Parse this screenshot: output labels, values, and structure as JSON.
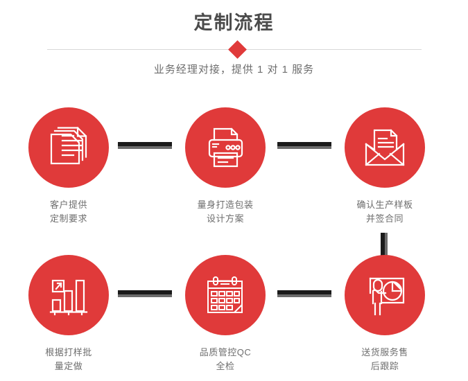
{
  "header": {
    "title": "定制流程",
    "subtitle": "业务经理对接，提供 1 对 1 服务",
    "title_color": "#4b4b4b",
    "subtitle_color": "#6d6d6d",
    "divider_color": "#d8d8d8",
    "diamond_color": "#e03a3a"
  },
  "theme": {
    "accent_red": "#e03a3a",
    "connector_dark": "#1a1a1a",
    "connector_shadow": "#6b6b6b",
    "background": "#ffffff"
  },
  "flow": {
    "steps": [
      {
        "index": 1,
        "icon": "documents-stack-icon",
        "caption": "客户提供\n定制要求"
      },
      {
        "index": 2,
        "icon": "printer-icon",
        "caption": "量身打造包装\n设计方案"
      },
      {
        "index": 3,
        "icon": "envelope-document-icon",
        "caption": "确认生产样板\n并签合同"
      },
      {
        "index": 4,
        "icon": "bar-chart-growth-icon",
        "caption": "根据打样批\n量定做"
      },
      {
        "index": 5,
        "icon": "calendar-icon",
        "caption": "品质管控QC\n全检"
      },
      {
        "index": 6,
        "icon": "presentation-pie-chart-icon",
        "caption": "送货服务售\n后跟踪"
      }
    ],
    "connectors": [
      {
        "name": "connector-step1-step2",
        "direction": "horizontal"
      },
      {
        "name": "connector-step2-step3",
        "direction": "horizontal"
      },
      {
        "name": "connector-step3-step6",
        "direction": "vertical"
      },
      {
        "name": "connector-step4-step5",
        "direction": "horizontal"
      },
      {
        "name": "connector-step5-step6",
        "direction": "horizontal"
      }
    ]
  }
}
